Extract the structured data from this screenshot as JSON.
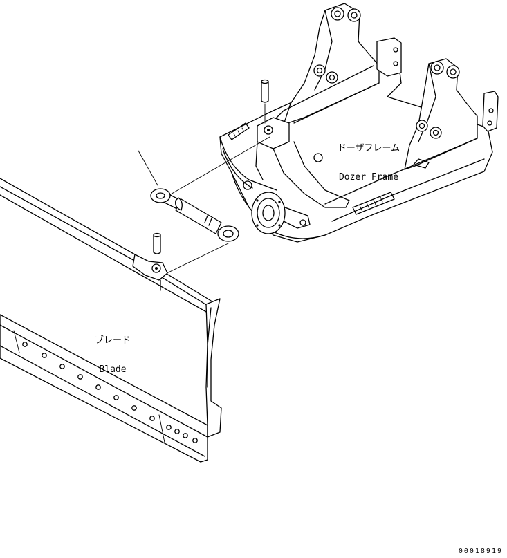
{
  "labels": {
    "dozer_frame_jp": "ドーザフレーム",
    "dozer_frame_en": "Dozer Frame",
    "blade_jp": "ブレード",
    "blade_en": "Blade"
  },
  "drawing_number": "00018919"
}
